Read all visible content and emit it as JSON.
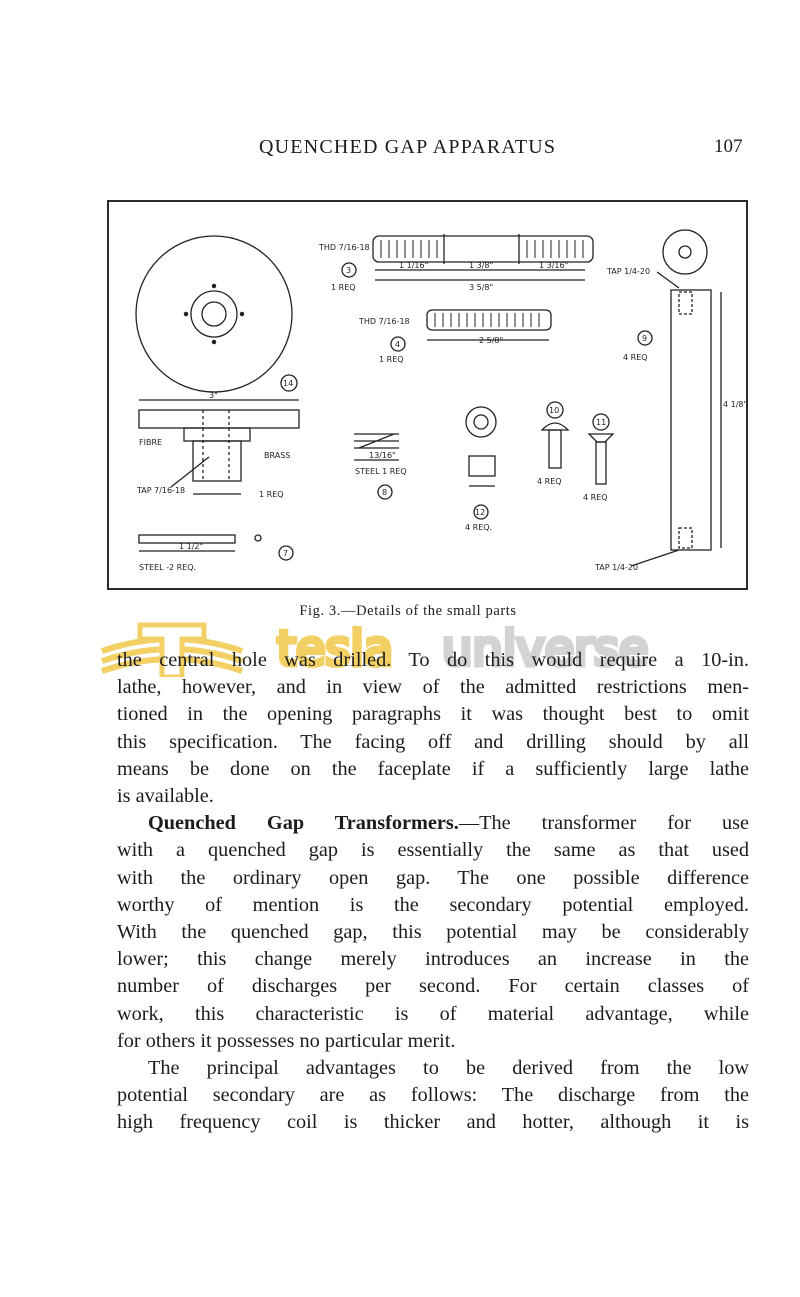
{
  "page": {
    "running_title": "QUENCHED GAP APPARATUS",
    "page_number": "107"
  },
  "figure": {
    "caption": "Fig. 3.—Details of the small parts",
    "parts": {
      "p14": {
        "number": "14",
        "label_fibre": "FIBRE",
        "label_brass": "BRASS",
        "tap": "TAP 7/16-18",
        "dim_width": "3\"",
        "req": "1 REQ"
      },
      "p3": {
        "number": "3",
        "thread": "THD 7/16-18",
        "req": "1 REQ",
        "dim_a": "1 1/16\"",
        "dim_b": "1 3/8\"",
        "dim_c": "1 3/16\"",
        "dim_total": "3 5/8\""
      },
      "p4": {
        "number": "4",
        "thread": "THD 7/16-18",
        "req": "1 REQ",
        "dim_len": "2 5/8\""
      },
      "p9": {
        "number": "9",
        "tap_top": "TAP 1/4-20",
        "tap_bottom": "TAP 1/4-20",
        "req": "4 REQ",
        "dim_len": "4 1/8\""
      },
      "p8": {
        "number": "8",
        "label": "STEEL 1 REQ",
        "dim": "13/16\""
      },
      "p12": {
        "number": "12",
        "req": "4 REQ."
      },
      "p10": {
        "number": "10",
        "req": "4 REQ"
      },
      "p11": {
        "number": "11",
        "req": "4 REQ"
      },
      "p7": {
        "number": "7",
        "label": "STEEL -2 REQ.",
        "dim": "1 1/2\""
      }
    }
  },
  "watermark": {
    "word1": "tesla",
    "word2": "universe",
    "color_gold": "#f0c84a",
    "color_gray": "#c9c9c9"
  },
  "body": {
    "para1": [
      "the central hole was drilled.  To do this would require a 10-in.",
      "lathe, however, and in view of the admitted restrictions men-",
      "tioned in the opening paragraphs it was thought best to omit",
      "this specification.  The facing off and drilling should by all",
      "means be done on the faceplate if a sufficiently large lathe",
      "is available."
    ],
    "para2_heading": "Quenched Gap Transformers.",
    "para2": [
      "—The transformer for use",
      "with a quenched gap is essentially the same as that used",
      "with the ordinary open gap.  The one possible difference",
      "worthy of mention is the secondary potential employed.",
      "With the quenched gap, this potential may be considerably",
      "lower; this change merely introduces an increase in the",
      "number of discharges per second.  For certain classes of",
      "work, this characteristic is of material advantage, while",
      "for others it possesses no particular merit."
    ],
    "para3": [
      "The principal advantages to be derived from the low",
      "potential secondary are as follows: The discharge from the",
      "high frequency coil is thicker and hotter, although it is"
    ]
  }
}
